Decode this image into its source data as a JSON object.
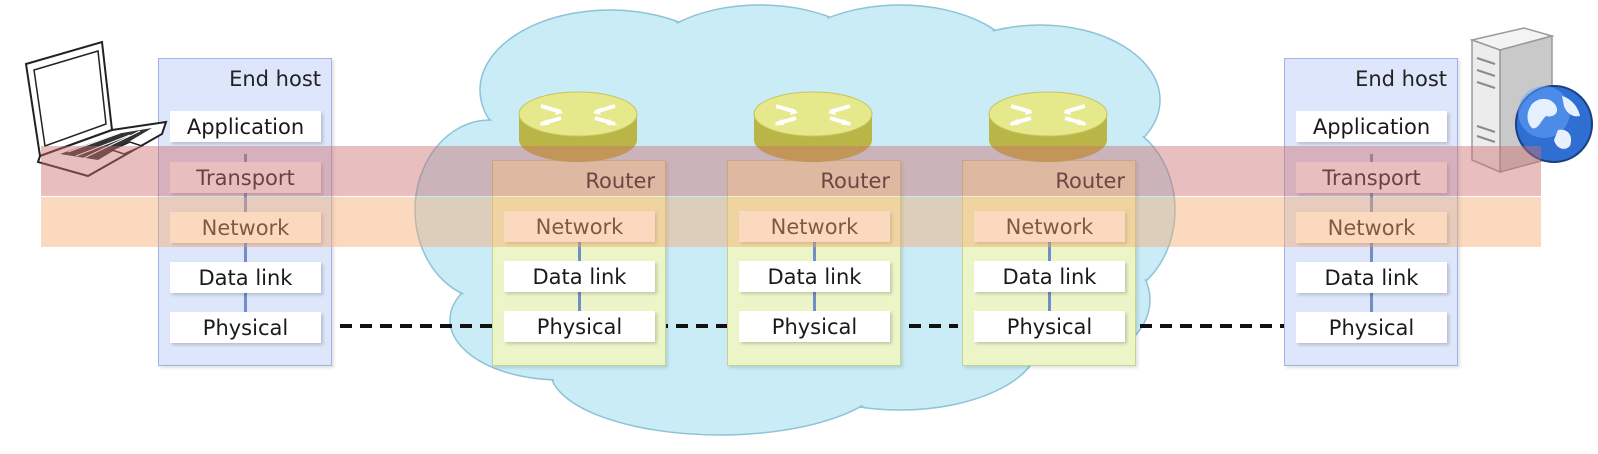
{
  "layers": [
    "Application",
    "Transport",
    "Network",
    "Data link",
    "Physical"
  ],
  "router_layers": [
    "Network",
    "Data link",
    "Physical"
  ],
  "nodes": [
    {
      "title": "End host",
      "kind": "host"
    },
    {
      "title": "Router",
      "kind": "router"
    },
    {
      "title": "Router",
      "kind": "router"
    },
    {
      "title": "Router",
      "kind": "router"
    },
    {
      "title": "End host",
      "kind": "host"
    }
  ],
  "icons": {
    "left": "laptop-icon",
    "right": "server-globe-icon",
    "router": "router-icon",
    "network": "cloud-icon"
  },
  "colors": {
    "host_box": "#dde6fb",
    "router_box": "#ecf5c8",
    "cloud": "#c9ecf7",
    "transport_band": "#ce6e6e",
    "network_band": "#f4aa6e",
    "router_top": "#e6e88c",
    "router_side": "#b9b547"
  }
}
